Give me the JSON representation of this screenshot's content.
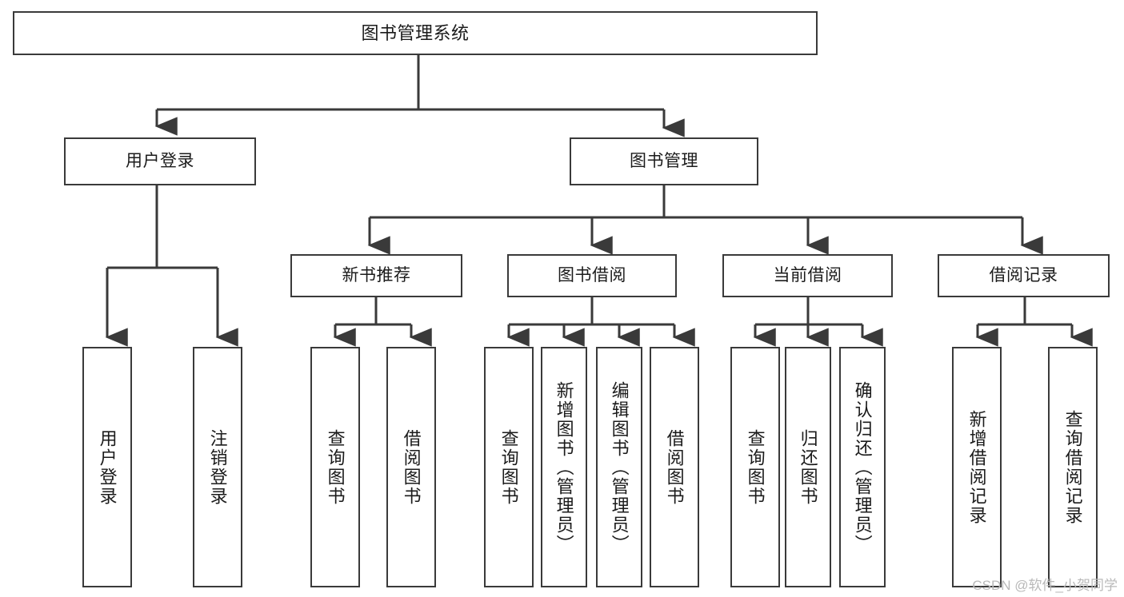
{
  "diagram": {
    "title": "图书管理系统",
    "type": "hierarchy-tree",
    "watermark": "CSDN @软件_小贺同学",
    "colors": {
      "background": "#ffffff",
      "box_border": "#3a3a3a",
      "box_fill": "#ffffff",
      "text": "#1b1b1b",
      "connector": "#3a3a3a",
      "watermark": "#b9b9b9"
    },
    "nodes": {
      "root": {
        "label": "图书管理系统",
        "level": 1
      },
      "tier2": [
        {
          "id": "user-login",
          "label": "用户登录",
          "level": 2
        },
        {
          "id": "book-manage",
          "label": "图书管理",
          "level": 2
        }
      ],
      "tier3": [
        {
          "id": "new-book-rec",
          "label": "新书推荐",
          "level": 3,
          "parent": "book-manage"
        },
        {
          "id": "book-borrow",
          "label": "图书借阅",
          "level": 3,
          "parent": "book-manage"
        },
        {
          "id": "current-borrow",
          "label": "当前借阅",
          "level": 3,
          "parent": "book-manage"
        },
        {
          "id": "borrow-record",
          "label": "借阅记录",
          "level": 3,
          "parent": "book-manage"
        }
      ],
      "leaves": [
        {
          "id": "leaf-user-login",
          "label": "用户登录",
          "parent": "user-login"
        },
        {
          "id": "leaf-logout",
          "label": "注销登录",
          "parent": "user-login"
        },
        {
          "id": "leaf-query-book-rec",
          "label": "查询图书",
          "parent": "new-book-rec"
        },
        {
          "id": "leaf-borrow-book-rec",
          "label": "借阅图书",
          "parent": "new-book-rec"
        },
        {
          "id": "leaf-query-book-borrow",
          "label": "查询图书",
          "parent": "book-borrow"
        },
        {
          "id": "leaf-add-book",
          "label": "新增图书（管理员）",
          "parent": "book-borrow"
        },
        {
          "id": "leaf-edit-book",
          "label": "编辑图书（管理员）",
          "parent": "book-borrow"
        },
        {
          "id": "leaf-borrow-book",
          "label": "借阅图书",
          "parent": "book-borrow"
        },
        {
          "id": "leaf-query-book-current",
          "label": "查询图书",
          "parent": "current-borrow"
        },
        {
          "id": "leaf-return-book",
          "label": "归还图书",
          "parent": "current-borrow"
        },
        {
          "id": "leaf-confirm-return",
          "label": "确认归还（管理员）",
          "parent": "current-borrow"
        },
        {
          "id": "leaf-add-record",
          "label": "新增借阅记录",
          "parent": "borrow-record"
        },
        {
          "id": "leaf-query-record",
          "label": "查询借阅记录",
          "parent": "borrow-record"
        }
      ]
    }
  }
}
